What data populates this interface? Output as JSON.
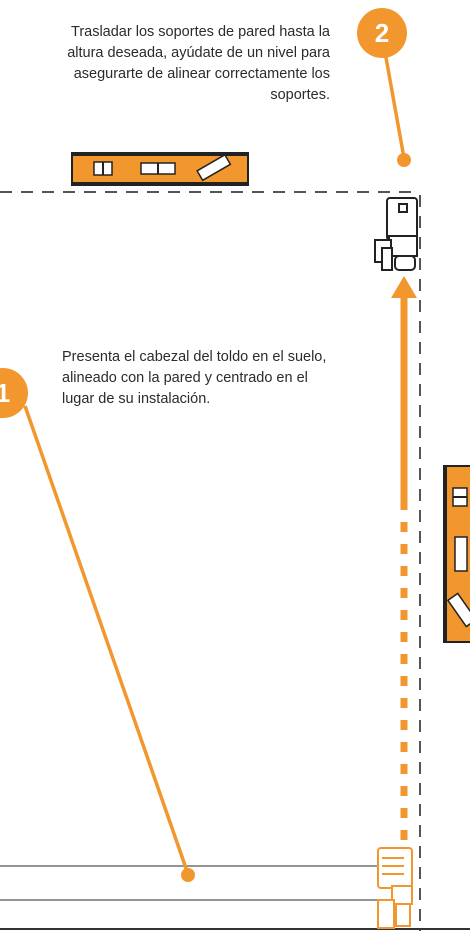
{
  "steps": [
    {
      "number": "2",
      "text": "Trasladar los soportes de pared hasta la altura deseada, ayúdate de un nivel para asegurarte de alinear correctamente los soportes."
    },
    {
      "number": "1",
      "text": "Presenta el cabezal del toldo en el suelo, alineado con la pared y centrado en el lugar de su instalación."
    }
  ],
  "colors": {
    "accent": "#f2972e",
    "line": "#555555",
    "text": "#2b2b2b"
  },
  "icons": [
    "spirit-level-icon",
    "wall-bracket-icon",
    "awning-head-icon"
  ]
}
